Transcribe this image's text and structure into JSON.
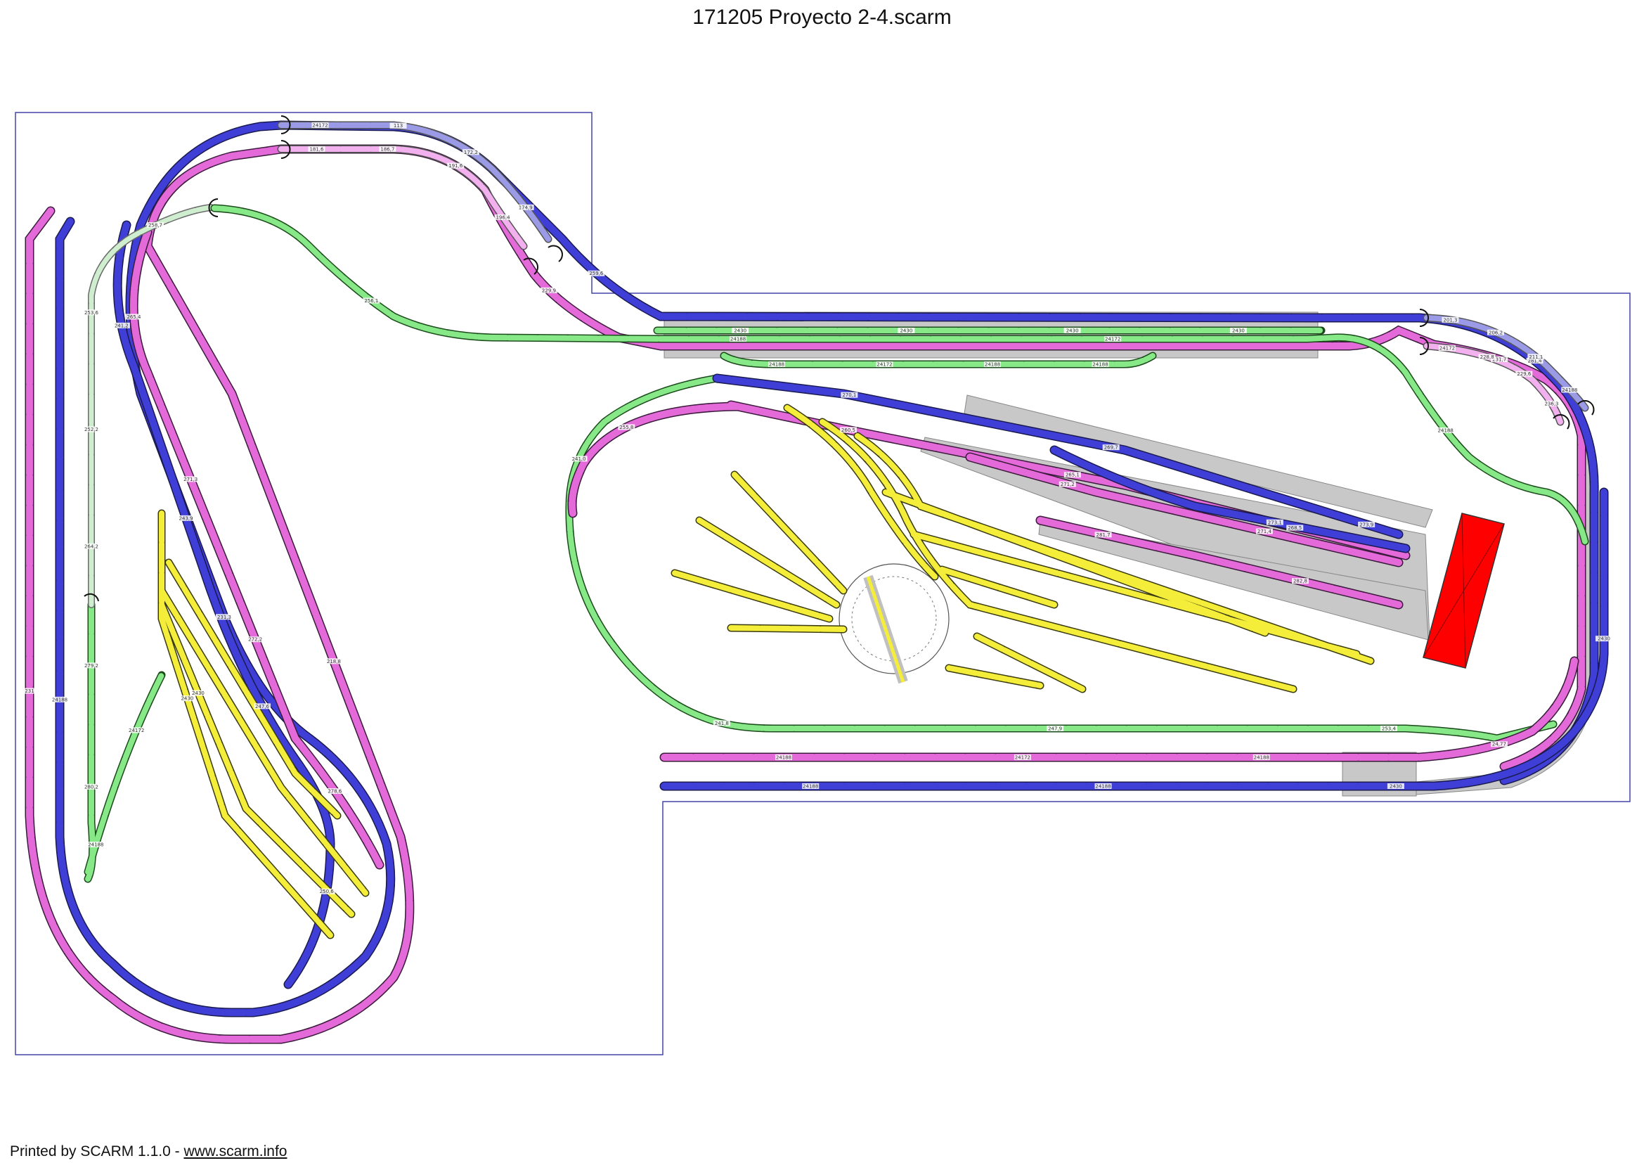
{
  "title": "171205 Proyecto 2-4.scarm",
  "footer": {
    "prefix": "Printed by SCARM 1.1.0 - ",
    "link": "www.scarm.info"
  },
  "colors": {
    "blue": "#3f3fd8",
    "pink": "#e36ad8",
    "green": "#86e886",
    "yellow": "#f4ee3a",
    "light_blue": "#9a9ae6",
    "light_pink": "#f2b0ee",
    "light_green": "#cfeecf",
    "gray": "#c6c6c6",
    "red": "#ff0000",
    "border": "#4444aa"
  },
  "track_labels": [
    "231",
    "218,8",
    "229,9",
    "231,7",
    "24188",
    "231,3",
    "259,6",
    "281,4",
    "241,2",
    "243,9",
    "247,6",
    "250,6",
    "265,4",
    "271,3",
    "272,2",
    "278,6",
    "279,2",
    "280,2",
    "24188",
    "24172",
    "264,2",
    "252,2",
    "253,6",
    "258,7",
    "256,1",
    "24188",
    "24172",
    "24188",
    "24188",
    "24172",
    "24188",
    "24188",
    "24172",
    "113",
    "172,2",
    "174,9",
    "181,6",
    "186,7",
    "191,6",
    "196,4",
    "201,3",
    "206,2",
    "211,1",
    "24188",
    "24172",
    "228,8",
    "229,6",
    "236,3",
    "241,0",
    "241,8",
    "247,9",
    "253,4",
    "255,8",
    "260,5",
    "265,1",
    "268,5",
    "270,1",
    "269,7",
    "273,9",
    "273,1",
    "271,2",
    "271,4",
    "281,7",
    "282,8",
    "24188",
    "24172",
    "24188",
    "24,77",
    "24188",
    "24188",
    "2430",
    "2430",
    "2430",
    "2430",
    "2430",
    "2430",
    "2430",
    "2430"
  ]
}
